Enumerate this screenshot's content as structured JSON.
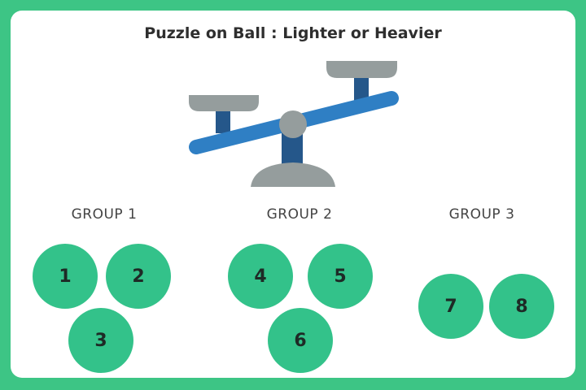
{
  "title": "Puzzle on Ball : Lighter or Heavier",
  "groups": [
    {
      "label": "GROUP 1",
      "balls": [
        "1",
        "2",
        "3"
      ]
    },
    {
      "label": "GROUP 2",
      "balls": [
        "4",
        "5",
        "6"
      ]
    },
    {
      "label": "GROUP 3",
      "balls": [
        "7",
        "8"
      ]
    }
  ],
  "colors": {
    "background": "#3dc585",
    "ball": "#33c28a",
    "beam": "#2f7fc4",
    "stem": "#25578a",
    "pan": "#959d9d"
  }
}
